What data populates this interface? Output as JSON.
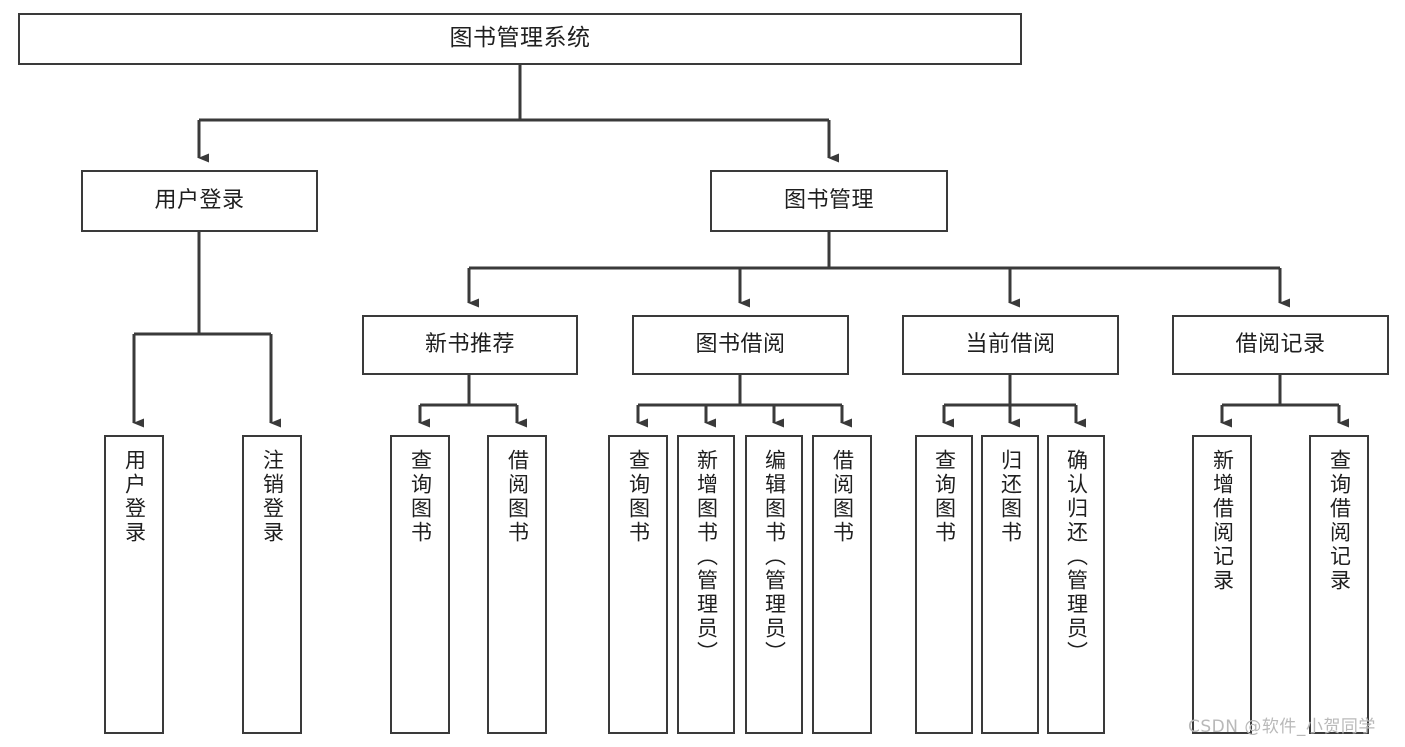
{
  "diagram": {
    "type": "tree-hierarchy",
    "title": "图书管理系统",
    "watermark": "CSDN @软件_小贺同学",
    "colors": {
      "node_border": "#3a3a3a",
      "node_fill": "#ffffff",
      "edge": "#3a3a3a",
      "text": "#1f1f1f",
      "watermark": "#b9b9b9",
      "background": "#ffffff"
    },
    "levels": [
      {
        "level": 1,
        "nodes": [
          {
            "id": "root",
            "label": "图书管理系统",
            "orientation": "horizontal"
          }
        ]
      },
      {
        "level": 2,
        "nodes": [
          {
            "id": "login",
            "label": "用户登录",
            "orientation": "horizontal",
            "parent": "root"
          },
          {
            "id": "bookmgmt",
            "label": "图书管理",
            "orientation": "horizontal",
            "parent": "root"
          }
        ]
      },
      {
        "level": 3,
        "nodes": [
          {
            "id": "newbook",
            "label": "新书推荐",
            "orientation": "horizontal",
            "parent": "bookmgmt"
          },
          {
            "id": "borrow",
            "label": "图书借阅",
            "orientation": "horizontal",
            "parent": "bookmgmt"
          },
          {
            "id": "current",
            "label": "当前借阅",
            "orientation": "horizontal",
            "parent": "bookmgmt"
          },
          {
            "id": "records",
            "label": "借阅记录",
            "orientation": "horizontal",
            "parent": "bookmgmt"
          }
        ]
      },
      {
        "level": 4,
        "nodes": [
          {
            "id": "leaf1",
            "label": "用户登录",
            "orientation": "vertical",
            "parent": "login"
          },
          {
            "id": "leaf2",
            "label": "注销登录",
            "orientation": "vertical",
            "parent": "login"
          },
          {
            "id": "leaf3",
            "label": "查询图书",
            "orientation": "vertical",
            "parent": "newbook"
          },
          {
            "id": "leaf4",
            "label": "借阅图书",
            "orientation": "vertical",
            "parent": "newbook"
          },
          {
            "id": "leaf5",
            "label": "查询图书",
            "orientation": "vertical",
            "parent": "borrow"
          },
          {
            "id": "leaf6",
            "label": "新增图书（管理员）",
            "orientation": "vertical",
            "parent": "borrow"
          },
          {
            "id": "leaf7",
            "label": "编辑图书（管理员）",
            "orientation": "vertical",
            "parent": "borrow"
          },
          {
            "id": "leaf8",
            "label": "借阅图书",
            "orientation": "vertical",
            "parent": "borrow"
          },
          {
            "id": "leaf9",
            "label": "查询图书",
            "orientation": "vertical",
            "parent": "current"
          },
          {
            "id": "leaf10",
            "label": "归还图书",
            "orientation": "vertical",
            "parent": "current"
          },
          {
            "id": "leaf11",
            "label": "确认归还（管理员）",
            "orientation": "vertical",
            "parent": "current"
          },
          {
            "id": "leaf12",
            "label": "新增借阅记录",
            "orientation": "vertical",
            "parent": "records"
          },
          {
            "id": "leaf13",
            "label": "查询借阅记录",
            "orientation": "vertical",
            "parent": "records"
          }
        ]
      }
    ]
  }
}
